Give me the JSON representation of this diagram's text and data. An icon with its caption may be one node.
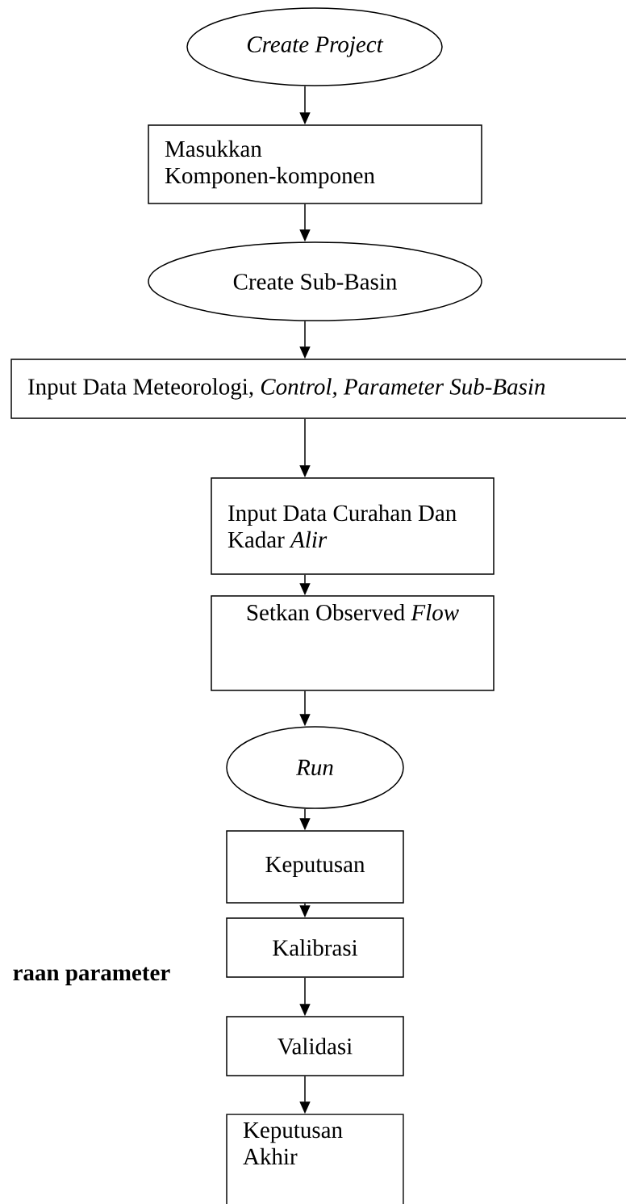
{
  "diagram": {
    "nodes": [
      {
        "text": [
          "Create Project"
        ]
      },
      {
        "text": [
          "Masukkan Komponen-komponen"
        ]
      },
      {
        "text": [
          "Create Sub-Basin"
        ]
      },
      {
        "text": [
          "Input Data Meteorologi, *Control, Parameter Sub-Basin*"
        ]
      },
      {
        "text": [
          "Input Data Curahan Dan Kadar *Alir*"
        ]
      },
      {
        "text": [
          "Setkan Observed *Flow*"
        ]
      },
      {
        "text": [
          "Run"
        ]
      },
      {
        "text": [
          "Keputusan"
        ]
      },
      {
        "text": [
          "Kalibrasi"
        ]
      },
      {
        "text": [
          "Validasi"
        ]
      },
      {
        "text": [
          "Keputusan Akhir"
        ]
      }
    ],
    "edges": [
      {
        "from": 0,
        "to": 1,
        "arrow": "to"
      },
      {
        "from": 1,
        "to": 2,
        "arrow": "to"
      },
      {
        "from": 2,
        "to": 3,
        "arrow": "to"
      },
      {
        "from": 3,
        "to": 4,
        "arrow": "to"
      },
      {
        "from": 4,
        "to": 5,
        "arrow": "to"
      },
      {
        "from": 5,
        "to": 6,
        "arrow": "to"
      },
      {
        "from": 6,
        "to": 7,
        "arrow": "to"
      },
      {
        "from": 7,
        "to": 8,
        "arrow": "to"
      },
      {
        "from": 8,
        "to": 9,
        "arrow": "to"
      },
      {
        "from": 9,
        "to": 10,
        "arrow": "to"
      }
    ],
    "labels": [
      "raan parameter"
    ]
  }
}
